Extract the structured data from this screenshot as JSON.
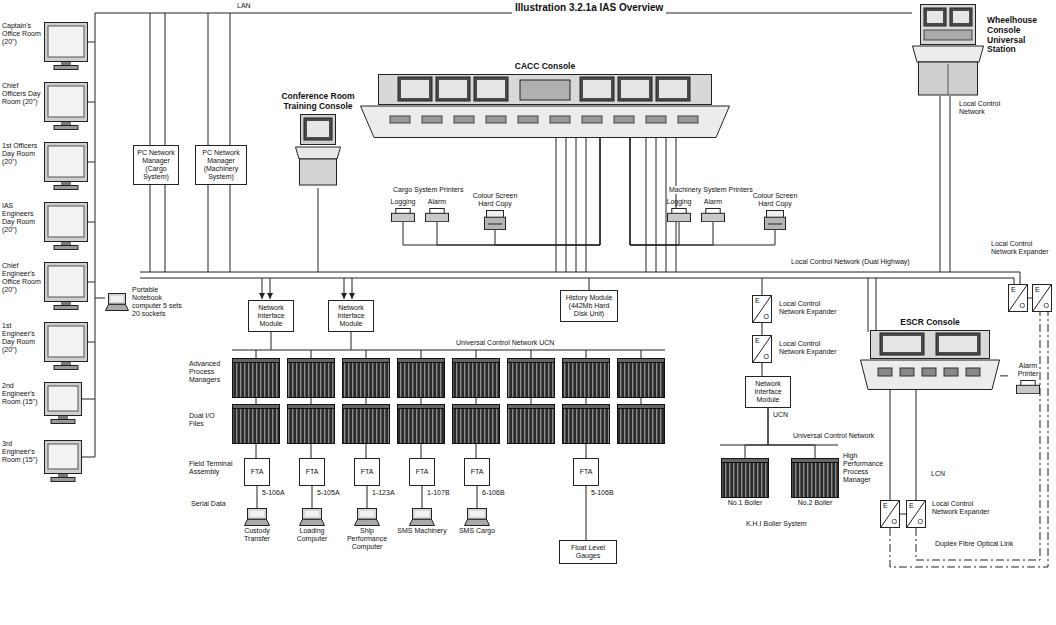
{
  "diagram": {
    "title": "Illustration 3.2.1a IAS Overview",
    "nodes": [
      {
        "text": [
          "Captain's Office Room (20\")"
        ]
      },
      {
        "text": [
          "Chief Officers Day Room (20\")"
        ]
      },
      {
        "text": [
          "1st Officers Day Room (20\")"
        ]
      },
      {
        "text": [
          "IAS Engineers Day Room (20\")"
        ]
      },
      {
        "text": [
          "Chief Engineer's Office Room (20\")"
        ]
      },
      {
        "text": [
          "1st Engineer's Day Room (20\")"
        ]
      },
      {
        "text": [
          "2nd Engineer's Room (15\")"
        ]
      },
      {
        "text": [
          "3rd Engineer's Room (15\")"
        ]
      },
      {
        "text": [
          "Portable Notebook computer 5 sets 20 sockets"
        ]
      },
      {
        "text": [
          "PC Network Manager (Cargo System)"
        ]
      },
      {
        "text": [
          "PC Network Manager (Machinery System)"
        ]
      },
      {
        "text": [
          "Conference Room Training Console"
        ]
      },
      {
        "text": [
          "CACC Console"
        ]
      },
      {
        "text": [
          "Wheelhouse Console Universal Station"
        ]
      },
      {
        "text": [
          "Logging"
        ]
      },
      {
        "text": [
          "Alarm"
        ]
      },
      {
        "text": [
          "Colour Screen Hard Copy"
        ]
      },
      {
        "text": [
          "Logging"
        ]
      },
      {
        "text": [
          "Alarm"
        ]
      },
      {
        "text": [
          "Colour Screen Hard Copy"
        ]
      },
      {
        "text": [
          "Network Interface Module"
        ]
      },
      {
        "text": [
          "Network Interface Module"
        ]
      },
      {
        "text": [
          "History Module (442Mb Hard Disk Unit)"
        ]
      },
      {
        "text": [
          "E",
          "O"
        ]
      },
      {
        "text": [
          "E",
          "O"
        ]
      },
      {
        "text": [
          "Network Interface Module"
        ]
      },
      {
        "text": [
          "No.1 Boiler"
        ]
      },
      {
        "text": [
          "No.2 Boiler"
        ]
      },
      {
        "text": [
          "ESCR Console"
        ]
      },
      {
        "text": [
          "Alarm Printer"
        ]
      },
      {
        "text": [
          "E",
          "O"
        ]
      },
      {
        "text": [
          "E",
          "O"
        ]
      },
      {
        "text": [
          "E",
          "O"
        ]
      },
      {
        "text": [
          "E",
          "O"
        ]
      },
      {
        "text": [
          "FTA"
        ]
      },
      {
        "text": [
          "FTA"
        ]
      },
      {
        "text": [
          "FTA"
        ]
      },
      {
        "text": [
          "FTA"
        ]
      },
      {
        "text": [
          "FTA"
        ]
      },
      {
        "text": [
          "FTA"
        ]
      },
      {
        "text": [
          "Custody Transfer"
        ]
      },
      {
        "text": [
          "Loading Computer"
        ]
      },
      {
        "text": [
          "Ship Performance Computer"
        ]
      },
      {
        "text": [
          "SMS Machinery"
        ]
      },
      {
        "text": [
          "SMS Cargo"
        ]
      },
      {
        "text": [
          "Float Level Gauges"
        ]
      }
    ],
    "edges": [
      {
        "from": 34,
        "to": 40,
        "arrow": "none"
      },
      {
        "from": 35,
        "to": 41,
        "arrow": "none"
      },
      {
        "from": 36,
        "to": 42,
        "arrow": "none"
      },
      {
        "from": 37,
        "to": 43,
        "arrow": "none"
      },
      {
        "from": 38,
        "to": 44,
        "arrow": "none"
      },
      {
        "from": 39,
        "to": 45,
        "arrow": "none"
      },
      {
        "from": 14,
        "to": 12,
        "arrow": "none"
      },
      {
        "from": 15,
        "to": 12,
        "arrow": "none"
      },
      {
        "from": 16,
        "to": 12,
        "arrow": "none"
      },
      {
        "from": 17,
        "to": 12,
        "arrow": "none"
      },
      {
        "from": 18,
        "to": 12,
        "arrow": "none"
      },
      {
        "from": 19,
        "to": 12,
        "arrow": "none"
      },
      {
        "from": 23,
        "to": 24,
        "arrow": "none"
      },
      {
        "from": 24,
        "to": 25,
        "arrow": "none"
      },
      {
        "from": 25,
        "to": 26,
        "arrow": "none"
      },
      {
        "from": 25,
        "to": 27,
        "arrow": "none"
      },
      {
        "from": 28,
        "to": 29,
        "arrow": "none"
      },
      {
        "from": 30,
        "to": 31,
        "arrow": "none"
      },
      {
        "from": 32,
        "to": 33,
        "arrow": "none"
      }
    ],
    "labels": [
      "LAN",
      "Cargo System Printers",
      "Machinery System Printers",
      "Local Control Network",
      "Local Control Network (Dual Highway)",
      "Universal Control Network UCN",
      "Advanced Process Managers",
      "Dual I/O Files",
      "Field Terminal Assembly",
      "Serial Data",
      "5-106A",
      "5-105A",
      "1-123A",
      "1-107B",
      "6-106B",
      "5-106B",
      "Local Control Network Expander",
      "Local Control Network Expander",
      "UCN",
      "Universal Control Network",
      "High Performance Process Manager",
      "K.H.I Boiler System",
      "Local Control Network Expander",
      "LCN",
      "Local Control Network Expander",
      "Duplex Fibre Optical Link"
    ]
  }
}
